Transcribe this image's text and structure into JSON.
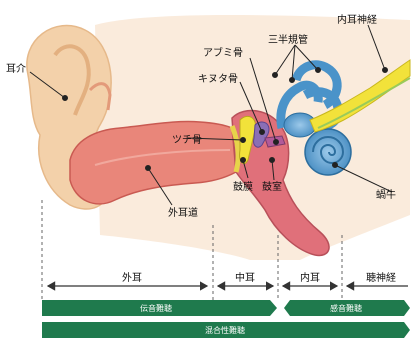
{
  "labels": {
    "pinna": "耳介",
    "ear_canal": "外耳道",
    "malleus": "ツチ骨",
    "incus": "キヌタ骨",
    "stapes": "アブミ骨",
    "semicircular_canals": "三半規管",
    "vestibular_nerve": "内耳神経",
    "cochlea": "蝸牛",
    "eardrum": "鼓膜",
    "tympanic_cavity": "鼓室"
  },
  "sections": {
    "outer": "外耳",
    "middle": "中耳",
    "inner": "内耳",
    "retro": "聴神経"
  },
  "bars": {
    "conductive": "伝音難聴",
    "sensorineural": "感音難聴",
    "mixed": "混合性難聴"
  },
  "colors": {
    "bar_green": "#1f7a4d",
    "canal": "#e9867a",
    "pinna": "#f2cfa6",
    "inner_blue": "#4a93c9",
    "nerve_yellow": "#f2e23a"
  }
}
